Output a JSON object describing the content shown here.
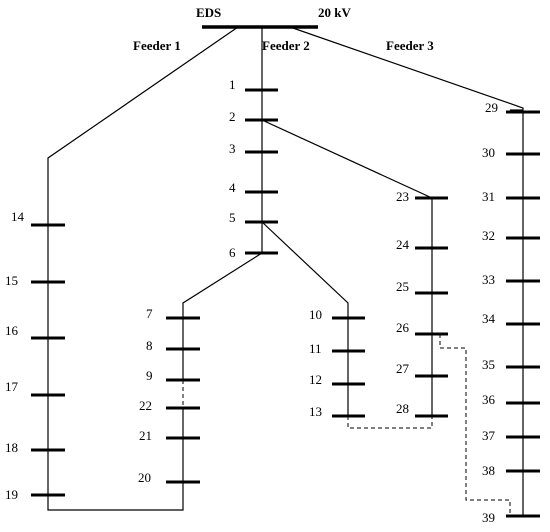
{
  "source_label": "EDS",
  "voltage_label": "20 kV",
  "feeders": [
    "Feeder 1",
    "Feeder 2",
    "Feeder 3"
  ],
  "nodes": [
    "1",
    "2",
    "3",
    "4",
    "5",
    "6",
    "7",
    "8",
    "9",
    "10",
    "11",
    "12",
    "13",
    "14",
    "15",
    "16",
    "17",
    "18",
    "19",
    "20",
    "21",
    "22",
    "23",
    "24",
    "25",
    "26",
    "27",
    "28",
    "29",
    "30",
    "31",
    "32",
    "33",
    "34",
    "35",
    "36",
    "37",
    "38",
    "39"
  ]
}
